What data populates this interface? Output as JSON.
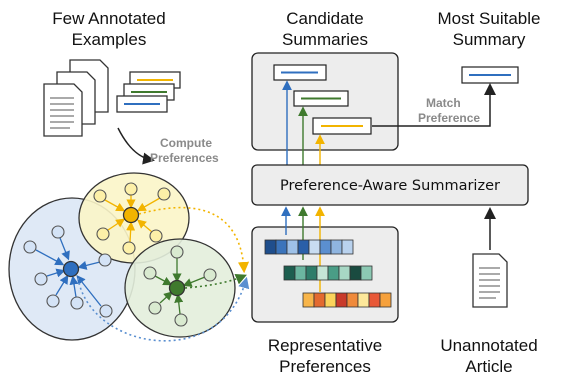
{
  "titles": {
    "few_annotated": "Few Annotated\nExamples",
    "candidate": "Candidate\nSummaries",
    "most_suitable": "Most Suitable\nSummary",
    "representative": "Representative\nPreferences",
    "unannotated": "Unannotated\nArticle"
  },
  "labels": {
    "compute_1": "Compute",
    "compute_2": "Preferences",
    "match_1": "Match",
    "match_2": "Preference",
    "summarizer": "Preference-Aware Summarizer"
  },
  "colors": {
    "blue": "#2f6fbf",
    "green": "#3f7a2e",
    "yellow": "#f2b400",
    "cluster_blue": "#dfe9f6",
    "cluster_yellow": "#fbf5c8",
    "cluster_green": "#e3eedb"
  },
  "icons": [
    "document-stack-icon",
    "summary-card-icon",
    "document-icon",
    "cluster-graph-icon",
    "embedding-bar-icon"
  ]
}
